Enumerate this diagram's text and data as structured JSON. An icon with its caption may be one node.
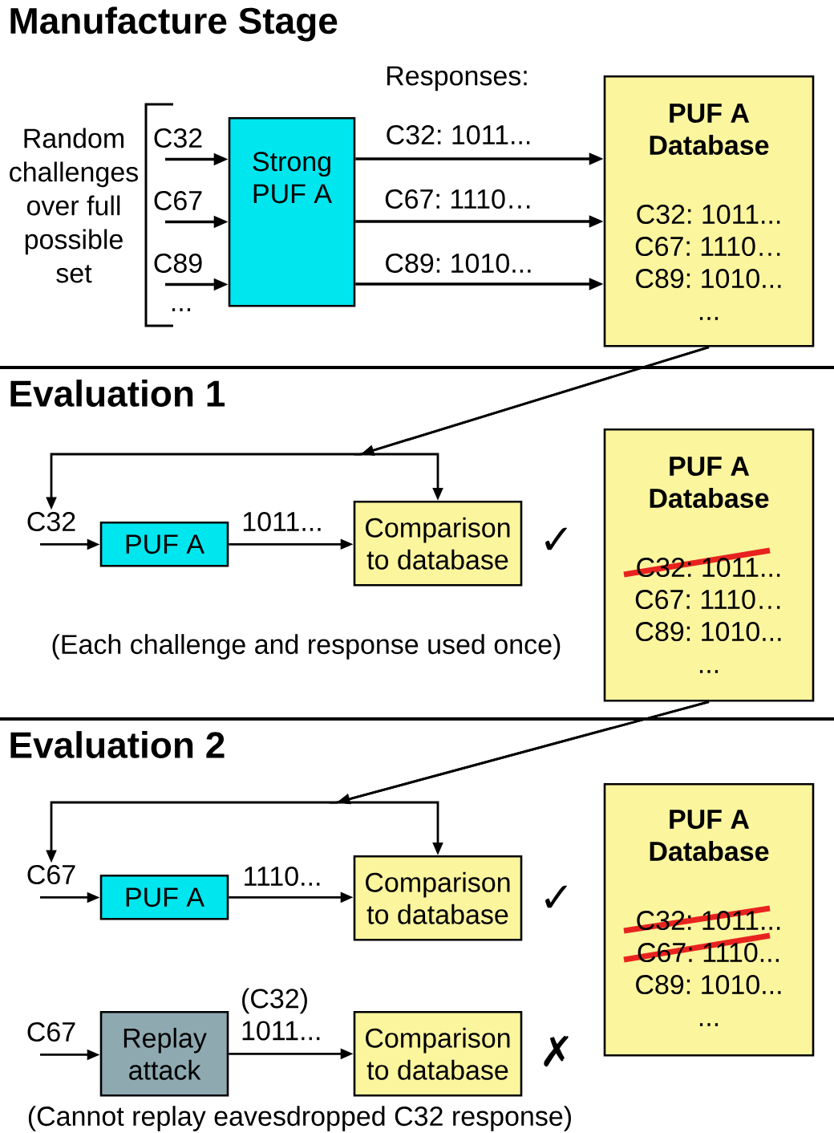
{
  "diagram": {
    "nodes": [
      {
        "text": [
          "C32"
        ]
      },
      {
        "text": [
          "C67"
        ]
      },
      {
        "text": [
          "C89"
        ]
      },
      {
        "text": [
          "Strong PUF A"
        ]
      },
      {
        "text": [
          "PUF A Database",
          "C32: 1011...",
          "C67: 1110…",
          "C89: 1010...",
          "..."
        ]
      },
      {
        "text": [
          "C32"
        ]
      },
      {
        "text": [
          "PUF A"
        ]
      },
      {
        "text": [
          "Comparison to database"
        ],
        "beside": [
          "✓"
        ]
      },
      {
        "text": [
          "PUF A Database",
          "C32: 1011...",
          "C67: 1110…",
          "C89: 1010...",
          "..."
        ]
      },
      {
        "text": [
          "C67"
        ]
      },
      {
        "text": [
          "PUF A"
        ]
      },
      {
        "text": [
          "Comparison to database"
        ],
        "beside": [
          "✓"
        ]
      },
      {
        "text": [
          "PUF A Database",
          "C32: 1011...",
          "C67: 1110...",
          "C89: 1010...",
          "..."
        ]
      },
      {
        "text": [
          "C67"
        ]
      },
      {
        "text": [
          "Replay attack"
        ]
      },
      {
        "text": [
          "Comparison to database"
        ],
        "beside": [
          "✗"
        ]
      }
    ],
    "edges": [
      {
        "from": 0,
        "to": 3,
        "arrow": "to"
      },
      {
        "from": 1,
        "to": 3,
        "arrow": "to"
      },
      {
        "from": 2,
        "to": 3,
        "arrow": "to"
      },
      {
        "from": 3,
        "to": 4,
        "arrow": "to",
        "label": "C32: 1011..."
      },
      {
        "from": 3,
        "to": 4,
        "arrow": "to",
        "label": "C67: 1110…"
      },
      {
        "from": 3,
        "to": 4,
        "arrow": "to",
        "label": "C89: 1010..."
      },
      {
        "from": 4,
        "to": 5,
        "arrow": "to"
      },
      {
        "from": 4,
        "to": 7,
        "arrow": "to"
      },
      {
        "from": 5,
        "to": 6,
        "arrow": "to"
      },
      {
        "from": 6,
        "to": 7,
        "arrow": "to",
        "label": "1011..."
      },
      {
        "from": 8,
        "to": 9,
        "arrow": "to"
      },
      {
        "from": 8,
        "to": 11,
        "arrow": "to"
      },
      {
        "from": 9,
        "to": 10,
        "arrow": "to"
      },
      {
        "from": 10,
        "to": 11,
        "arrow": "to",
        "label": "1110..."
      },
      {
        "from": 13,
        "to": 14,
        "arrow": "to"
      },
      {
        "from": 14,
        "to": 15,
        "arrow": "to",
        "label": "(C32) 1011..."
      }
    ],
    "labels": [
      "Manufacture Stage",
      "Responses:",
      "Random challenges over full possible set",
      "...",
      "Evaluation 1",
      "(Each challenge and response used once)",
      "Evaluation 2",
      "(Cannot replay eavesdropped C32 response)"
    ]
  }
}
